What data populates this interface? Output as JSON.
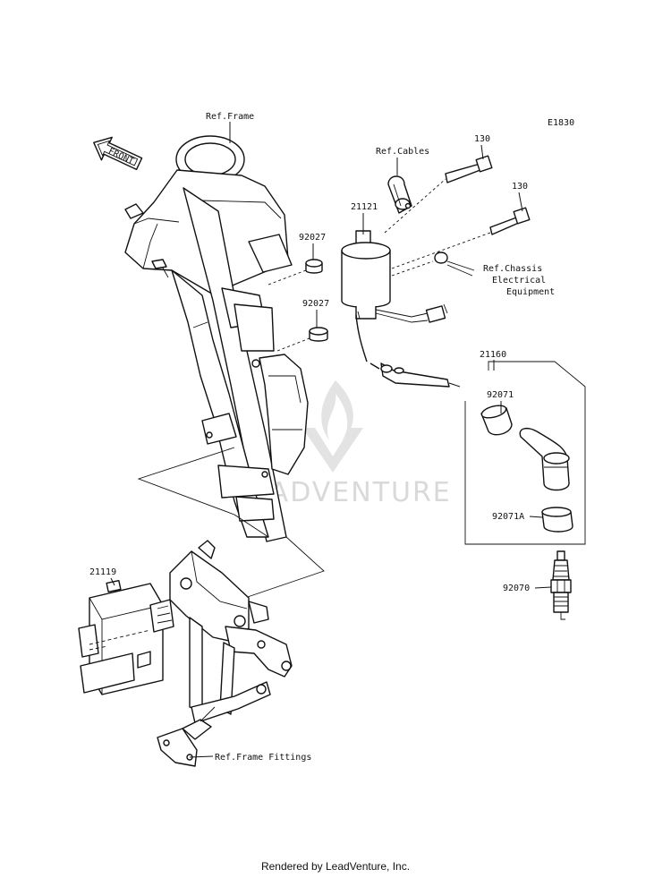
{
  "diagram_code": "E1830",
  "front_marker": "FRONT",
  "watermark": "LEADVENTURE",
  "footer": "Rendered by LeadVenture, Inc.",
  "labels": {
    "ref_frame": "Ref.Frame",
    "ref_cables": "Ref.Cables",
    "bolt_130_a": "130",
    "bolt_130_b": "130",
    "coil_21121": "21121",
    "collar_92027_a": "92027",
    "collar_92027_b": "92027",
    "ref_chassis_1": "Ref.Chassis",
    "ref_chassis_2": "Electrical",
    "ref_chassis_3": "Equipment",
    "cap_assy_21160": "21160",
    "cap_92071": "92071",
    "seal_92071a": "92071A",
    "plug_92070": "92070",
    "igniter_21119": "21119",
    "ref_frame_fittings": "Ref.Frame Fittings"
  }
}
